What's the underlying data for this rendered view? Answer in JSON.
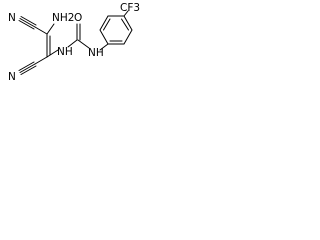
{
  "molecule": {
    "atoms": {
      "amine": "NH2",
      "nitrile_top": "N",
      "nitrile_bottom": "N",
      "amide_nh_left": "NH",
      "carbonyl_o": "O",
      "amide_nh_right": "NH",
      "trifluoromethyl": "CF3"
    }
  }
}
